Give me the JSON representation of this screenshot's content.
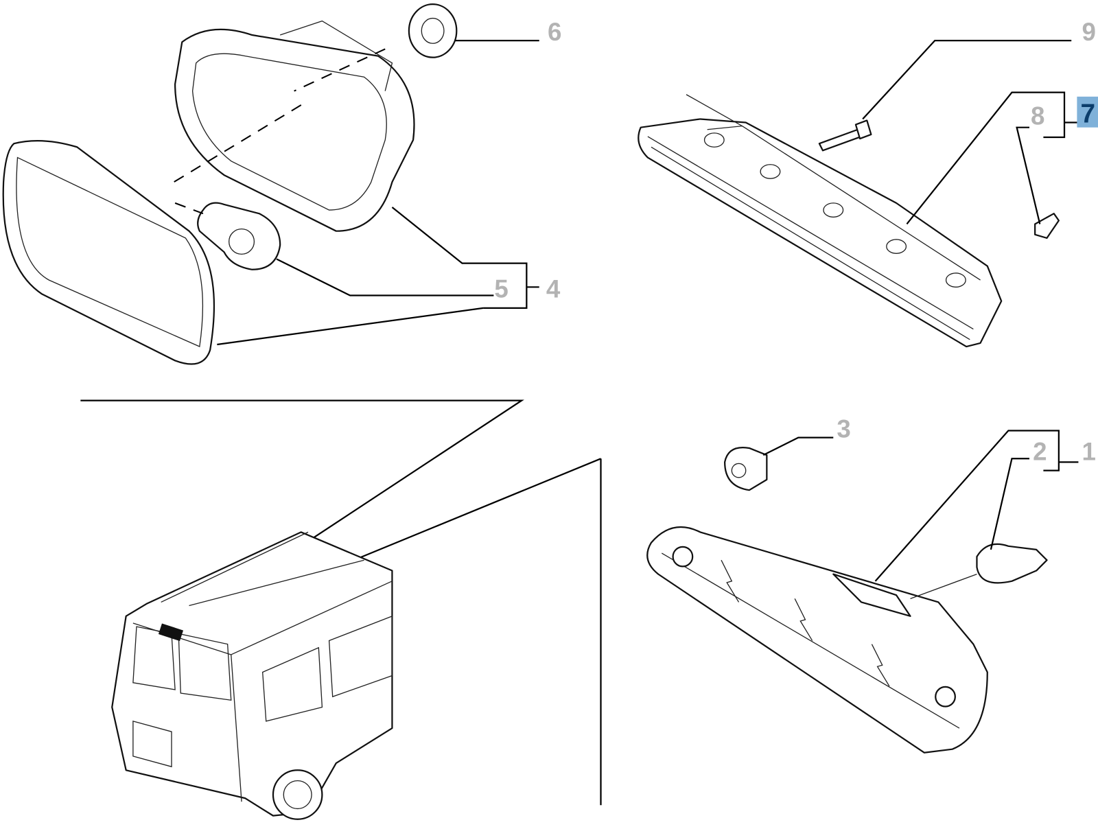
{
  "diagram": {
    "labels": {
      "p1": "1",
      "p2": "2",
      "p3": "3",
      "p4": "4",
      "p5": "5",
      "p6": "6",
      "p7": "7",
      "p8": "8",
      "p9": "9"
    },
    "highlight_color": "#7fb1d9",
    "highlight_text_color": "#0b3d6b",
    "label_color": "#b3b3b3"
  }
}
